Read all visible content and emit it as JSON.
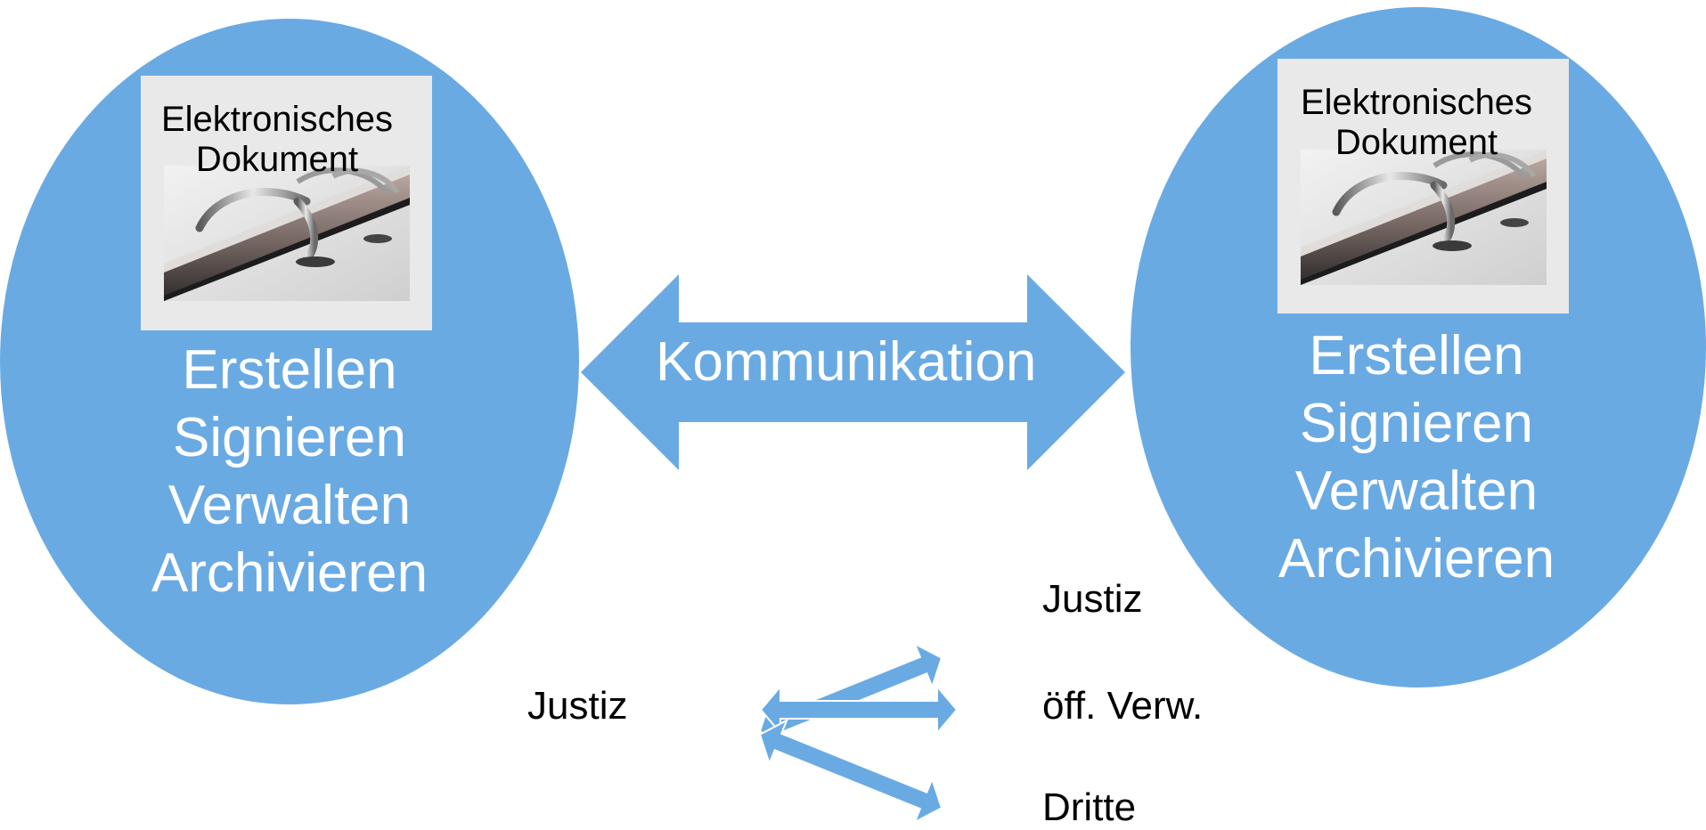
{
  "diagram": {
    "left_node": {
      "document_title": [
        "Elektronisches",
        "Dokument"
      ],
      "actions": [
        "Erstellen",
        "Signieren",
        "Verwalten",
        "Archivieren"
      ]
    },
    "right_node": {
      "document_title": [
        "Elektronisches",
        "Dokument"
      ],
      "actions": [
        "Erstellen",
        "Signieren",
        "Verwalten",
        "Archivieren"
      ]
    },
    "center_arrow_label": "Kommunikation",
    "bottom": {
      "source": "Justiz",
      "targets": [
        "Justiz",
        "öff. Verw.",
        "Dritte"
      ]
    }
  },
  "colors": {
    "node_fill": "#6aaae3",
    "arrow_fill": "#6aaae3",
    "photo_frame": "#e9e9e9"
  },
  "icons": [
    "binder-ring-photo"
  ]
}
